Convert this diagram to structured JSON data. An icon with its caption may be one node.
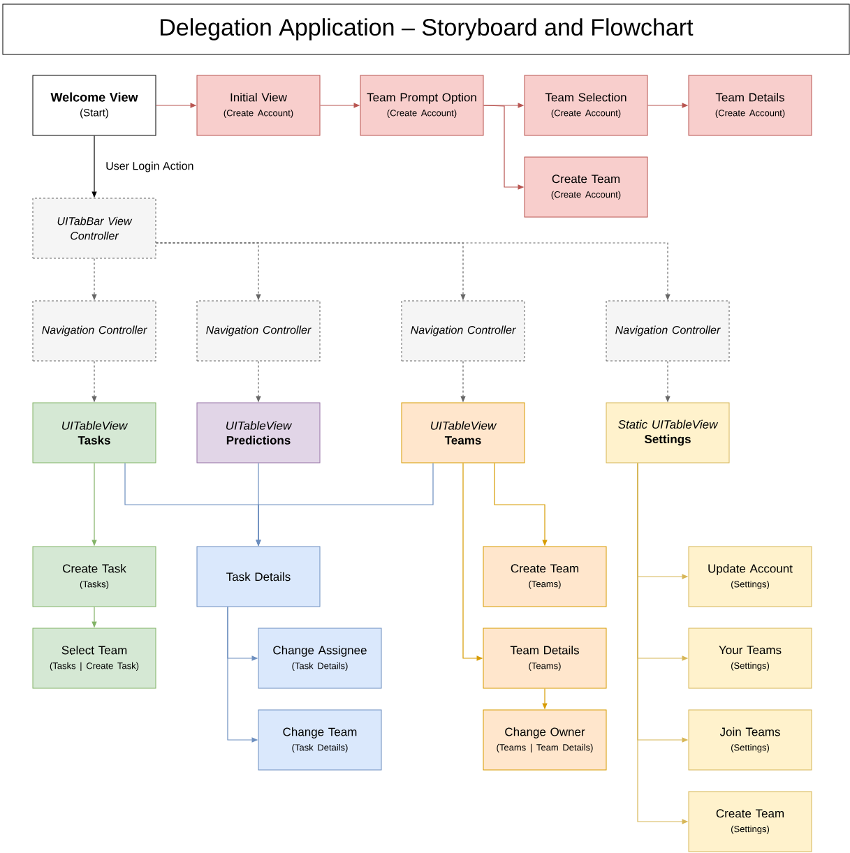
{
  "diagram": {
    "title": "Delegation Application – Storyboard and Flowchart",
    "nodes": [
      {
        "text": [
          "Welcome View",
          "(Start)"
        ]
      },
      {
        "text": [
          "Initial View",
          "(Create Account)"
        ]
      },
      {
        "text": [
          "Team Prompt Option",
          "(Create Account)"
        ]
      },
      {
        "text": [
          "Team Selection",
          "(Create Account)"
        ]
      },
      {
        "text": [
          "Team Details",
          "(Create Account)"
        ]
      },
      {
        "text": [
          "Create Team",
          "(Create Account)"
        ]
      },
      {
        "text": [
          "UITabBar View Controller"
        ]
      },
      {
        "text": [
          "Navigation Controller"
        ]
      },
      {
        "text": [
          "Navigation Controller"
        ]
      },
      {
        "text": [
          "Navigation Controller"
        ]
      },
      {
        "text": [
          "Navigation Controller"
        ]
      },
      {
        "text": [
          "UITableView",
          "Tasks"
        ]
      },
      {
        "text": [
          "UITableView",
          "Predictions"
        ]
      },
      {
        "text": [
          "UITableView",
          "Teams"
        ]
      },
      {
        "text": [
          "Static UITableView",
          "Settings"
        ]
      },
      {
        "text": [
          "Create Task",
          "(Tasks)"
        ]
      },
      {
        "text": [
          "Select Team",
          "(Tasks | Create Task)"
        ]
      },
      {
        "text": [
          "Task Details"
        ]
      },
      {
        "text": [
          "Change Assignee",
          "(Task Details)"
        ]
      },
      {
        "text": [
          "Change Team",
          "(Task Details)"
        ]
      },
      {
        "text": [
          "Create Team",
          "(Teams)"
        ]
      },
      {
        "text": [
          "Team Details",
          "(Teams)"
        ]
      },
      {
        "text": [
          "Change Owner",
          "(Teams | Team Details)"
        ]
      },
      {
        "text": [
          "Update Account",
          "(Settings)"
        ]
      },
      {
        "text": [
          "Your Teams",
          "(Settings)"
        ]
      },
      {
        "text": [
          "Join Teams",
          "(Settings)"
        ]
      },
      {
        "text": [
          "Create Team",
          "(Settings)"
        ]
      }
    ],
    "edges": [
      {
        "from": 0,
        "to": 1,
        "arrow": "to",
        "color": "#b85450"
      },
      {
        "from": 1,
        "to": 2,
        "arrow": "to",
        "color": "#b85450"
      },
      {
        "from": 2,
        "to": 3,
        "arrow": "to",
        "color": "#b85450"
      },
      {
        "from": 2,
        "to": 5,
        "arrow": "to",
        "color": "#b85450"
      },
      {
        "from": 3,
        "to": 4,
        "arrow": "to",
        "color": "#b85450"
      },
      {
        "from": 0,
        "to": 6,
        "arrow": "to",
        "label": "User Login Action",
        "color": "#000000"
      },
      {
        "from": 6,
        "to": 7,
        "arrow": "to",
        "style": "dashed"
      },
      {
        "from": 6,
        "to": 8,
        "arrow": "to",
        "style": "dashed"
      },
      {
        "from": 6,
        "to": 9,
        "arrow": "to",
        "style": "dashed"
      },
      {
        "from": 6,
        "to": 10,
        "arrow": "to",
        "style": "dashed"
      },
      {
        "from": 7,
        "to": 11,
        "arrow": "to",
        "style": "dashed"
      },
      {
        "from": 8,
        "to": 12,
        "arrow": "to",
        "style": "dashed"
      },
      {
        "from": 9,
        "to": 13,
        "arrow": "to",
        "style": "dashed"
      },
      {
        "from": 10,
        "to": 14,
        "arrow": "to",
        "style": "dashed"
      },
      {
        "from": 11,
        "to": 15,
        "arrow": "to",
        "color": "#82b366"
      },
      {
        "from": 15,
        "to": 16,
        "arrow": "to",
        "color": "#82b366"
      },
      {
        "from": 11,
        "to": 17,
        "arrow": "to",
        "color": "#6c8ebf"
      },
      {
        "from": 12,
        "to": 17,
        "arrow": "to",
        "color": "#6c8ebf"
      },
      {
        "from": 13,
        "to": 17,
        "arrow": "to",
        "color": "#6c8ebf"
      },
      {
        "from": 17,
        "to": 18,
        "arrow": "to",
        "color": "#6c8ebf"
      },
      {
        "from": 17,
        "to": 19,
        "arrow": "to",
        "color": "#6c8ebf"
      },
      {
        "from": 13,
        "to": 20,
        "arrow": "to",
        "color": "#d79b00"
      },
      {
        "from": 13,
        "to": 21,
        "arrow": "to",
        "color": "#d79b00"
      },
      {
        "from": 21,
        "to": 22,
        "arrow": "to",
        "color": "#d79b00"
      },
      {
        "from": 14,
        "to": 23,
        "arrow": "to",
        "color": "#d6b656"
      },
      {
        "from": 14,
        "to": 24,
        "arrow": "to",
        "color": "#d6b656"
      },
      {
        "from": 14,
        "to": 25,
        "arrow": "to",
        "color": "#d6b656"
      },
      {
        "from": 14,
        "to": 26,
        "arrow": "to",
        "color": "#d6b656"
      }
    ]
  }
}
